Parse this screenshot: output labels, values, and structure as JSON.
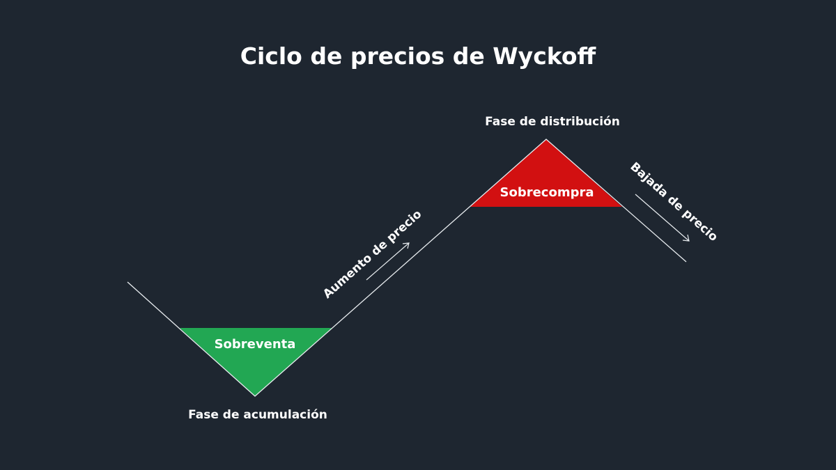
{
  "title": "Ciclo de precios de Wyckoff",
  "phases": {
    "accumulation": "Fase de acumulación",
    "distribution": "Fase de distribución"
  },
  "zones": {
    "oversold": {
      "label": "Sobreventa",
      "color": "#22a753"
    },
    "overbought": {
      "label": "Sobrecompra",
      "color": "#d21011"
    }
  },
  "trends": {
    "rise": "Aumento de precio",
    "fall": "Bajada de precio"
  },
  "colors": {
    "background": "#1e2630",
    "line": "#e8ecef",
    "text": "#ffffff"
  }
}
